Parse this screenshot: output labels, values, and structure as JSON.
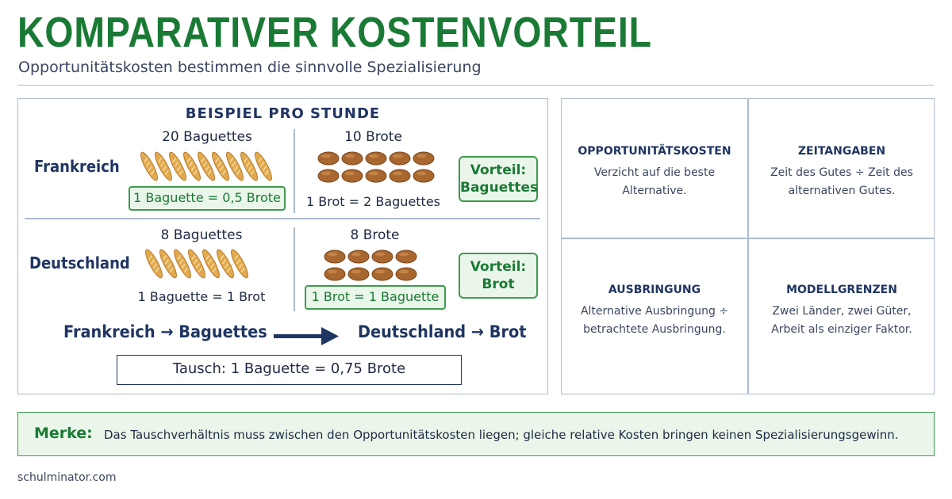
{
  "title": "KOMPARATIVER KOSTENVORTEIL",
  "subtitle": "Opportunitätskosten bestimmen die sinnvolle Spezialisierung",
  "example": {
    "heading": "BEISPIEL PRO STUNDE",
    "france": {
      "name": "Frankreich",
      "baguettes_label": "20 Baguettes",
      "baguettes_icons": 9,
      "breads_label": "10 Brote",
      "breads_icons": 10,
      "ratio_baguette": "1 Baguette = 0,5 Brote",
      "ratio_bread": "1 Brot = 2 Baguettes",
      "advantage_line1": "Vorteil:",
      "advantage_line2": "Baguettes"
    },
    "germany": {
      "name": "Deutschland",
      "baguettes_label": "8 Baguettes",
      "baguettes_icons": 7,
      "breads_label": "8 Brote",
      "breads_icons": 8,
      "ratio_baguette": "1 Baguette = 1 Brot",
      "ratio_bread": "1 Brot = 1 Baguette",
      "advantage_line1": "Vorteil:",
      "advantage_line2": "Brot"
    },
    "flow_left": "Frankreich → Baguettes",
    "flow_right": "Deutschland → Brot",
    "trade": "Tausch: 1 Baguette = 0,75 Brote"
  },
  "cards": [
    {
      "heading": "OPPORTUNITÄTSKOSTEN",
      "body": "Verzicht auf die beste Alternative."
    },
    {
      "heading": "ZEITANGABEN",
      "body": "Zeit des Gutes ÷ Zeit des alternativen Gutes."
    },
    {
      "heading": "AUSBRINGUNG",
      "body": "Alternative Ausbringung ÷ betrachtete Ausbringung."
    },
    {
      "heading": "MODELLGRENZEN",
      "body": "Zwei Länder, zwei Güter, Arbeit als einziger Faktor."
    }
  ],
  "merke": {
    "label": "Merke:",
    "text": "Das Tauschverhältnis muss zwischen den Opportunitätskosten liegen; gleiche relative Kosten bringen keinen Spezialisierungsgewinn."
  },
  "footer": "schulminator.com",
  "colors": {
    "green": "#1a7a35",
    "navy": "#1f3562",
    "baguette": "#e2aa4e",
    "bread": "#a8672e"
  },
  "icons": {
    "baguette": "baguette-icon",
    "bread": "bread-loaf-icon"
  }
}
